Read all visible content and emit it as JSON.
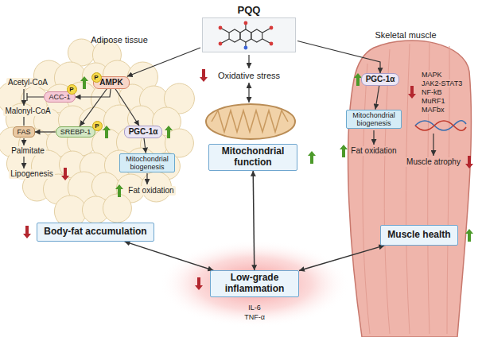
{
  "diagram": {
    "nodes": [
      {
        "text": [
          "PQQ"
        ]
      },
      {
        "text": [
          "ACC-1"
        ]
      },
      {
        "text": [
          "P"
        ]
      },
      {
        "text": [
          "AMPK"
        ]
      },
      {
        "text": [
          "P"
        ]
      },
      {
        "text": [
          "FAS"
        ]
      },
      {
        "text": [
          "SREBP-1"
        ]
      },
      {
        "text": [
          "P"
        ]
      },
      {
        "text": [
          "PGC-1α"
        ]
      },
      {
        "text": [
          "Mitochondrial biogenesis"
        ]
      },
      {
        "text": [
          "Body-fat accumulation"
        ]
      },
      {
        "text": [
          "Mitochondrial function"
        ]
      },
      {
        "text": [
          "Low-grade inflammation"
        ]
      },
      {
        "text": [
          "PGC-1α"
        ]
      },
      {
        "text": [
          "Mitochondrial biogenesis"
        ]
      },
      {
        "text": [
          "Muscle health"
        ]
      }
    ],
    "edges": [
      {
        "from": 0,
        "to": 3,
        "arrow": "to"
      },
      {
        "from": 0,
        "to": 13,
        "arrow": "to"
      },
      {
        "from": 3,
        "to": 1,
        "arrow": "to"
      },
      {
        "from": 3,
        "to": 6,
        "arrow": "to"
      },
      {
        "from": 3,
        "to": 8,
        "arrow": "to"
      },
      {
        "from": 6,
        "to": 5,
        "arrow": "to"
      },
      {
        "from": 8,
        "to": 9,
        "arrow": "to"
      },
      {
        "from": 13,
        "to": 14,
        "arrow": "to"
      },
      {
        "from": 10,
        "to": 12,
        "arrow": "both"
      },
      {
        "from": 11,
        "to": 12,
        "arrow": "both"
      },
      {
        "from": 15,
        "to": 12,
        "arrow": "both"
      }
    ],
    "labels": [
      "Adipose tissue",
      "Acetyl-CoA",
      "Malonyl-CoA",
      "Palmitate",
      "Lipogenesis",
      "Fat oxidation",
      "Oxidative stress",
      "Skeletal muscle",
      "MAPK",
      "JAK2-STAT3",
      "NF-kB",
      "MuRF1",
      "MAFbx",
      "Fat oxidation",
      "Muscle atrophy",
      "IL-6",
      "TNF-α"
    ]
  }
}
